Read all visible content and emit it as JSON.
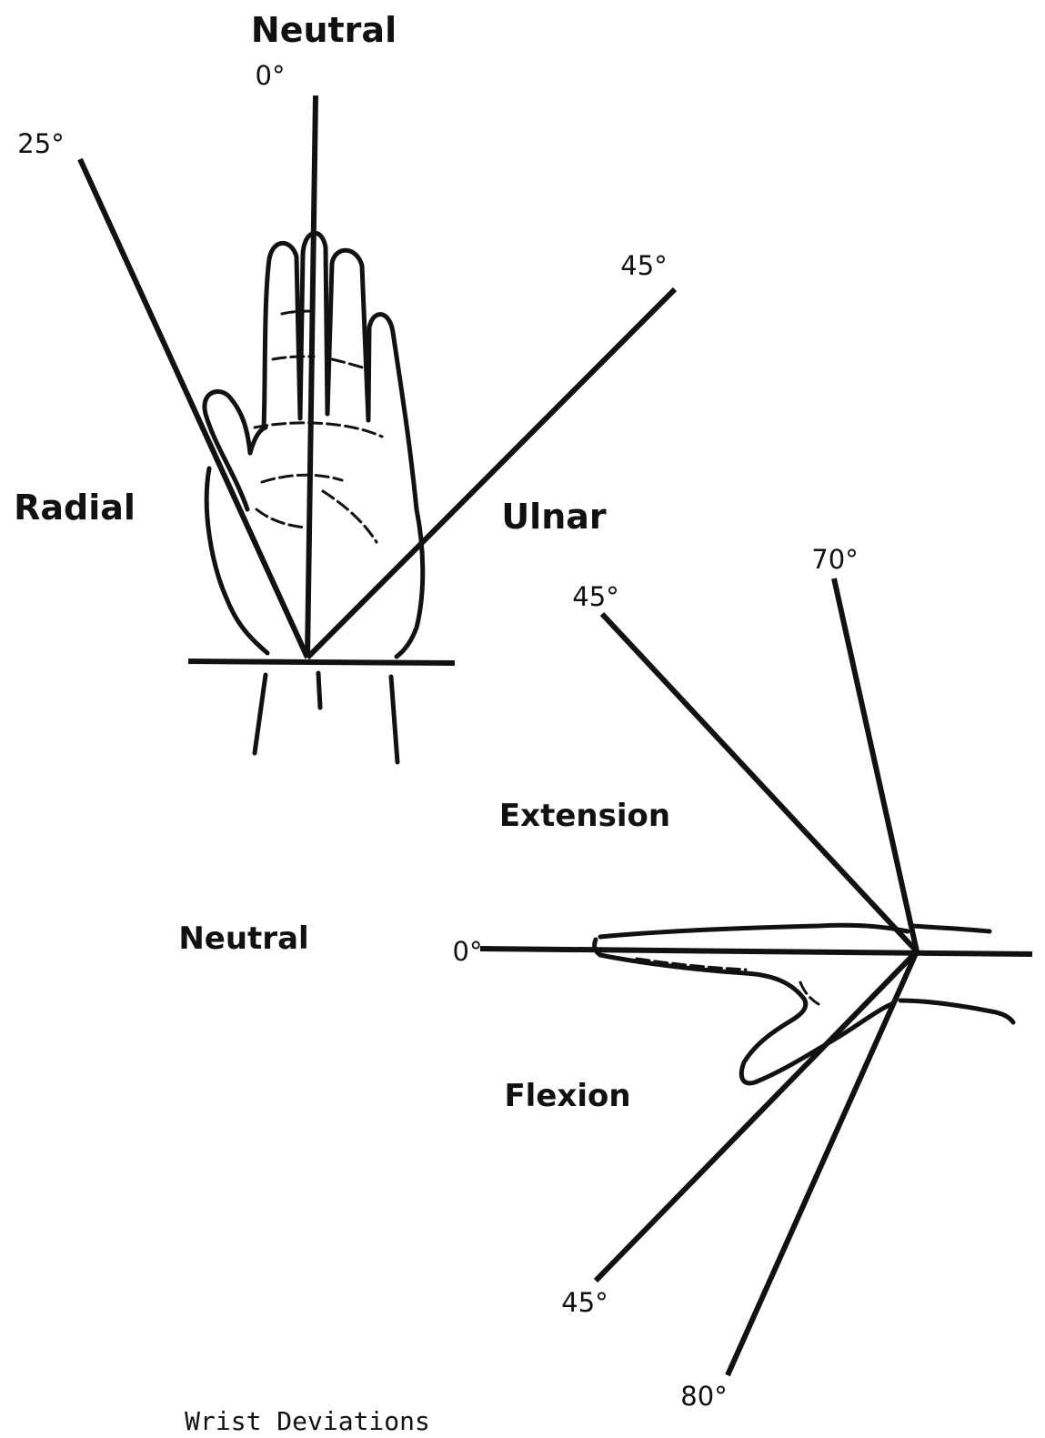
{
  "diagram": {
    "deviation": {
      "top_label": "Neutral",
      "left_label": "Radial",
      "right_label": "Ulnar",
      "neutral_angle": "0°",
      "radial_angle": "25°",
      "ulnar_angle": "45°"
    },
    "flex_ext": {
      "upper_label": "Extension",
      "left_label": "Neutral",
      "lower_label": "Flexion",
      "neutral_angle": "0°",
      "extension_angles": [
        "45°",
        "70°"
      ],
      "flexion_angles": [
        "45°",
        "80°"
      ]
    },
    "caption": "Wrist Deviations"
  }
}
